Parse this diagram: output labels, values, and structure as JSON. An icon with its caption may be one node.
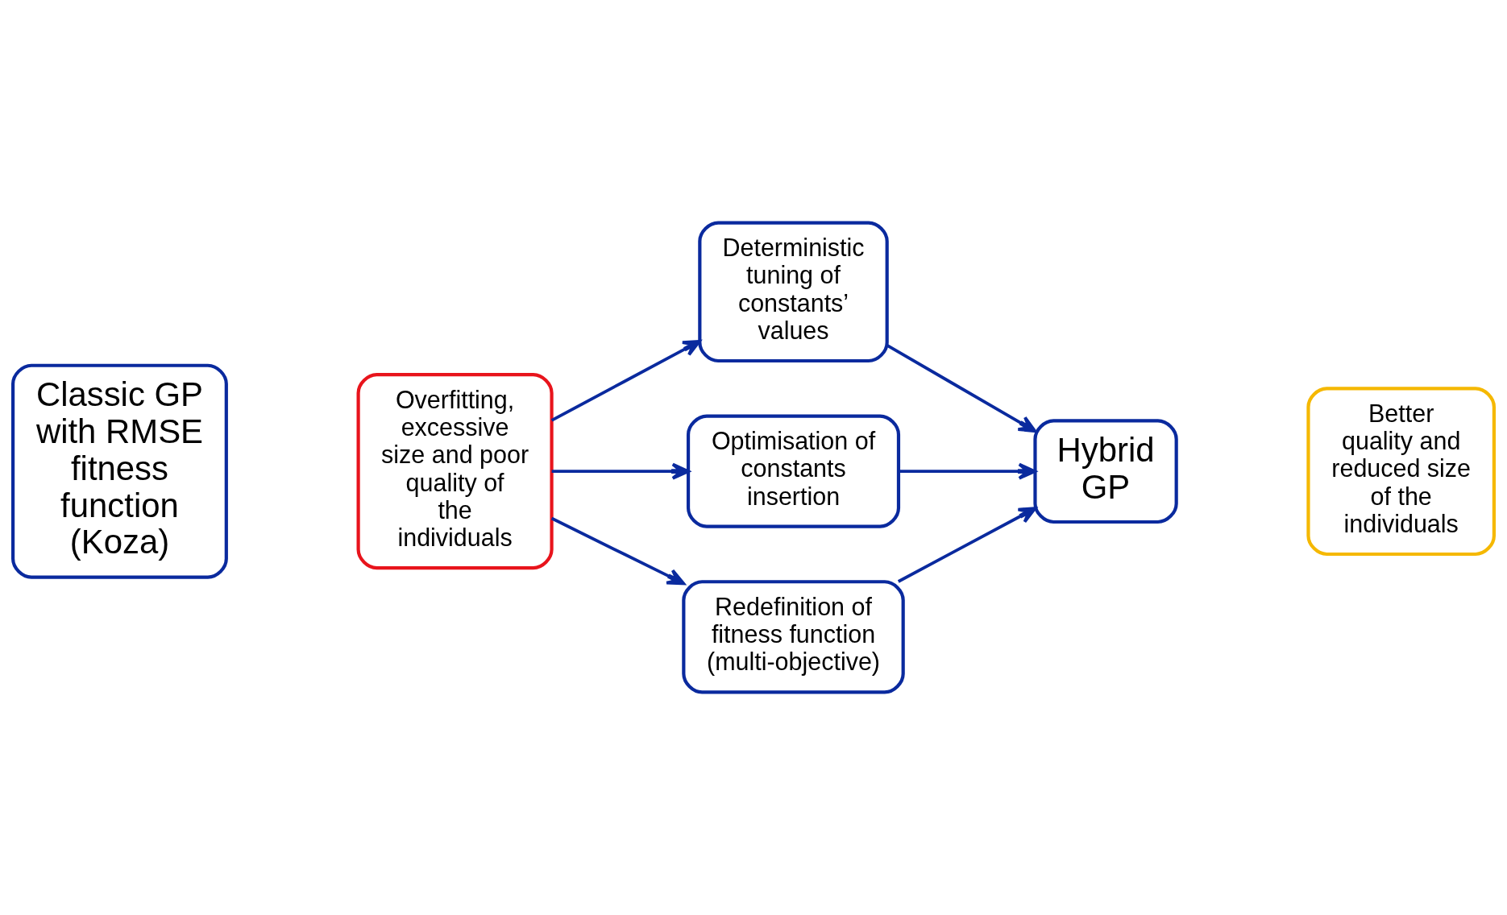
{
  "diagram": {
    "nodes": [
      {
        "text": [
          "Classic GP with RMSE fitness function (Koza)"
        ]
      },
      {
        "text": [
          "Overfitting, excessive size and poor quality of the individuals"
        ]
      },
      {
        "text": [
          "Deterministic tuning of constants’ values"
        ]
      },
      {
        "text": [
          "Optimisation of constants insertion"
        ]
      },
      {
        "text": [
          "Redefinition of fitness function (multi-objective)"
        ]
      },
      {
        "text": [
          "Hybrid GP"
        ]
      },
      {
        "text": [
          "Better quality and reduced size of the individuals"
        ]
      }
    ],
    "edges": [
      {
        "from": 1,
        "to": 2,
        "arrow": "to"
      },
      {
        "from": 1,
        "to": 3,
        "arrow": "to"
      },
      {
        "from": 1,
        "to": 4,
        "arrow": "to"
      },
      {
        "from": 2,
        "to": 5,
        "arrow": "to"
      },
      {
        "from": 3,
        "to": 5,
        "arrow": "to"
      },
      {
        "from": 4,
        "to": 5,
        "arrow": "to"
      }
    ]
  }
}
